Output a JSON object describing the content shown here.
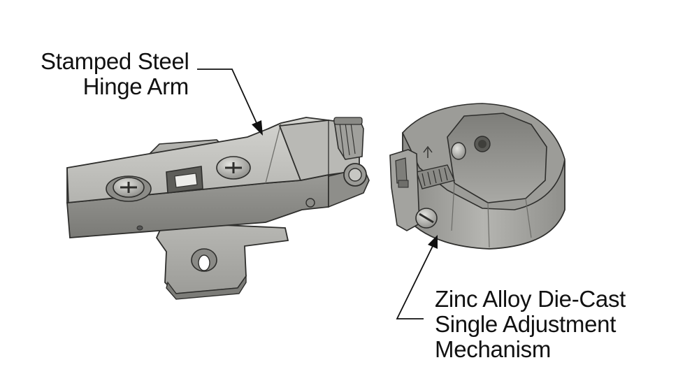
{
  "callouts": {
    "hinge_arm": {
      "line1": "Stamped Steel",
      "line2": "Hinge Arm"
    },
    "cup": {
      "line1": "Zinc Alloy Die-Cast",
      "line2": "Single Adjustment",
      "line3": "Mechanism"
    }
  },
  "colors": {
    "background": "#ffffff",
    "metal_light": "#c9c9c6",
    "metal_mid": "#a4a4a0",
    "metal_dark": "#6f6f6b",
    "outline": "#2e2e2c",
    "leader": "#111111"
  }
}
